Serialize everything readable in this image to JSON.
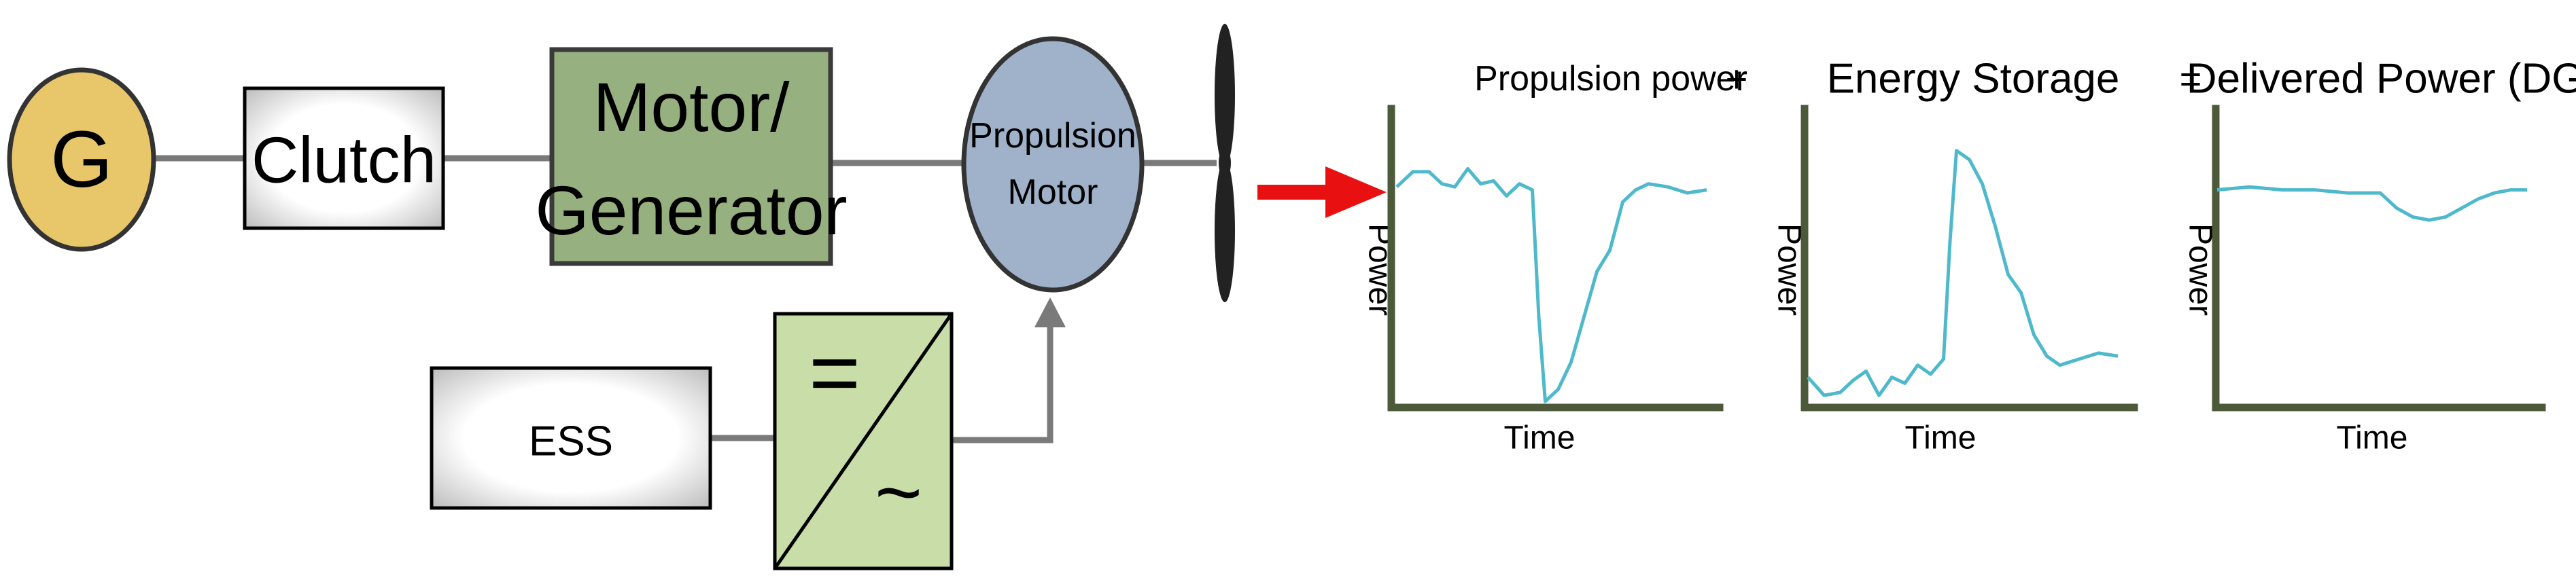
{
  "diagram": {
    "generator_label": "G",
    "clutch_label": "Clutch",
    "motor_generator_label_line1": "Motor/",
    "motor_generator_label_line2": "Generator",
    "propulsion_motor_label_line1": "Propulsion",
    "propulsion_motor_label_line2": "Motor",
    "ess_label": "ESS",
    "converter_dc_symbol": "=",
    "converter_ac_symbol": "~",
    "colors": {
      "generator_fill": "#e8c66a",
      "motor_generator_fill": "#96b07f",
      "propulsion_motor_fill": "#9fb2c9",
      "converter_fill": "#c9dda9",
      "arrow": "#e81010",
      "trace": "#4fb9cc",
      "axis": "#4c5a3a"
    }
  },
  "equation": {
    "plus": "+",
    "equals": "="
  },
  "chart_data": [
    {
      "type": "line",
      "title": "Propulsion power",
      "xlabel": "Time",
      "ylabel": "Power",
      "xlim": [
        0,
        1
      ],
      "ylim": [
        0,
        1
      ],
      "grid": false,
      "series": [
        {
          "x": [
            0,
            0.05,
            0.1,
            0.14,
            0.18,
            0.22,
            0.26,
            0.3,
            0.34,
            0.38,
            0.42,
            0.44,
            0.46,
            0.5,
            0.54,
            0.58,
            0.62,
            0.66,
            0.7,
            0.74,
            0.78,
            0.84,
            0.9,
            0.96
          ],
          "y": [
            0.73,
            0.78,
            0.78,
            0.74,
            0.73,
            0.79,
            0.74,
            0.75,
            0.7,
            0.74,
            0.72,
            0.3,
            0.02,
            0.06,
            0.15,
            0.3,
            0.45,
            0.52,
            0.68,
            0.72,
            0.74,
            0.73,
            0.71,
            0.72
          ]
        }
      ]
    },
    {
      "type": "line",
      "title": "Energy Storage",
      "xlabel": "Time",
      "ylabel": "Power",
      "xlim": [
        0,
        1
      ],
      "ylim": [
        0,
        1
      ],
      "grid": false,
      "series": [
        {
          "x": [
            0,
            0.05,
            0.1,
            0.14,
            0.18,
            0.22,
            0.26,
            0.3,
            0.34,
            0.38,
            0.42,
            0.44,
            0.46,
            0.5,
            0.54,
            0.58,
            0.62,
            0.66,
            0.7,
            0.74,
            0.78,
            0.84,
            0.9,
            0.96
          ],
          "y": [
            0.1,
            0.04,
            0.05,
            0.09,
            0.12,
            0.04,
            0.1,
            0.08,
            0.14,
            0.11,
            0.16,
            0.55,
            0.85,
            0.82,
            0.74,
            0.6,
            0.44,
            0.38,
            0.24,
            0.17,
            0.14,
            0.16,
            0.18,
            0.17
          ]
        }
      ]
    },
    {
      "type": "line",
      "title": "Delivered Power (DG)",
      "xlabel": "Time",
      "ylabel": "Power",
      "xlim": [
        0,
        1
      ],
      "ylim": [
        0,
        1
      ],
      "grid": false,
      "series": [
        {
          "x": [
            0,
            0.1,
            0.2,
            0.3,
            0.4,
            0.5,
            0.55,
            0.6,
            0.65,
            0.7,
            0.75,
            0.8,
            0.85,
            0.9,
            0.95
          ],
          "y": [
            0.72,
            0.73,
            0.72,
            0.72,
            0.71,
            0.71,
            0.66,
            0.63,
            0.62,
            0.63,
            0.66,
            0.69,
            0.71,
            0.72,
            0.72
          ]
        }
      ]
    }
  ]
}
